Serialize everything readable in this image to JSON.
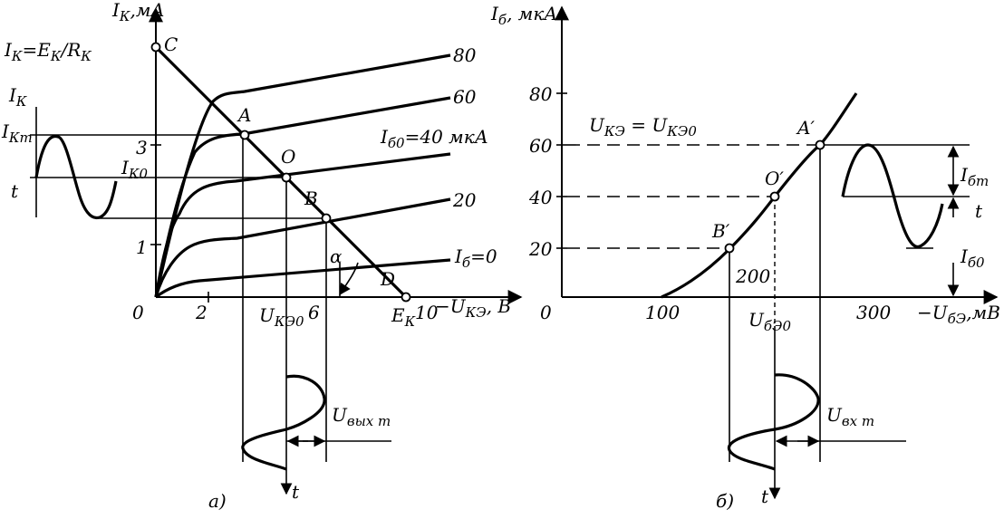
{
  "left_panel": {
    "panel_label": "а)",
    "y_axis_label": "I",
    "y_axis_sub": "К",
    "y_axis_unit": ",мА",
    "x_axis_label": "−U",
    "x_axis_sub": "КЭ",
    "x_axis_unit": ", В",
    "origin": "0",
    "x_ticks": [
      "2",
      "6",
      "10"
    ],
    "y_ticks": [
      "1",
      "3"
    ],
    "curve_labels": [
      "80",
      "60",
      "20",
      "I",
      "б0",
      "=40 мкА",
      "б",
      "=0"
    ],
    "point_labels": [
      "A",
      "O",
      "B",
      "C",
      "D"
    ],
    "load_line_formula": "I",
    "load_line_formula_sub": "К",
    "load_line_formula_rest": "=E",
    "load_line_formula_sub2": "К",
    "load_line_formula_div": "/R",
    "load_line_formula_sub3": "К",
    "ik_label": "I",
    "ik_sub": "К",
    "ikm_label": "I",
    "ikm_sub": "Кm",
    "ik0_label": "I",
    "ik0_sub": "К0",
    "t_label": "t",
    "t_bottom": "t",
    "uke0_label": "U",
    "uke0_sub": "КЭ0",
    "ek_label": "E",
    "ek_sub": "К",
    "alpha": "α",
    "uout_label": "U",
    "uout_sub": "вых m"
  },
  "right_panel": {
    "panel_label": "б)",
    "y_axis_label": "I",
    "y_axis_sub": "б",
    "y_axis_unit": ", мкА",
    "x_axis_label": "−U",
    "x_axis_sub": "бЭ",
    "x_axis_unit": ",мВ",
    "origin": "0",
    "x_ticks": [
      "100",
      "200",
      "300"
    ],
    "y_ticks": [
      "20",
      "40",
      "60",
      "80"
    ],
    "point_labels": [
      "A′",
      "O′",
      "B′"
    ],
    "condition": "U",
    "condition_sub": "КЭ",
    "condition_rest": " = U",
    "condition_sub2": "КЭ0",
    "ibm_label": "I",
    "ibm_sub": "бm",
    "ib0_label": "I",
    "ib0_sub": "б0",
    "t_label": "t",
    "t_bottom": "t",
    "ube0_label": "U",
    "ube0_sub": "бЭ0",
    "uin_label": "U",
    "uin_sub": "вх m"
  }
}
